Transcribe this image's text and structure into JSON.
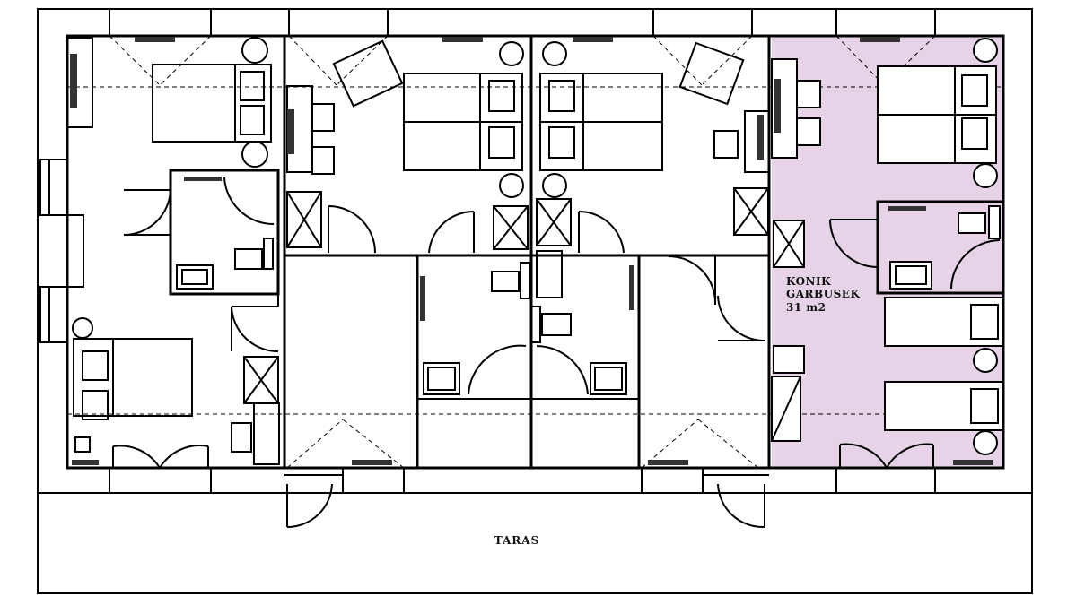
{
  "colors": {
    "line": "#000000",
    "highlight": "#e6d3e7",
    "furniture_fill": "#ffffff",
    "window_mark": "#333333"
  },
  "plan": {
    "highlighted_room": {
      "name_line1": "KONIK",
      "name_line2": "GARBUSEK",
      "area": "31 m2"
    },
    "terrace_label": "TARAS"
  }
}
